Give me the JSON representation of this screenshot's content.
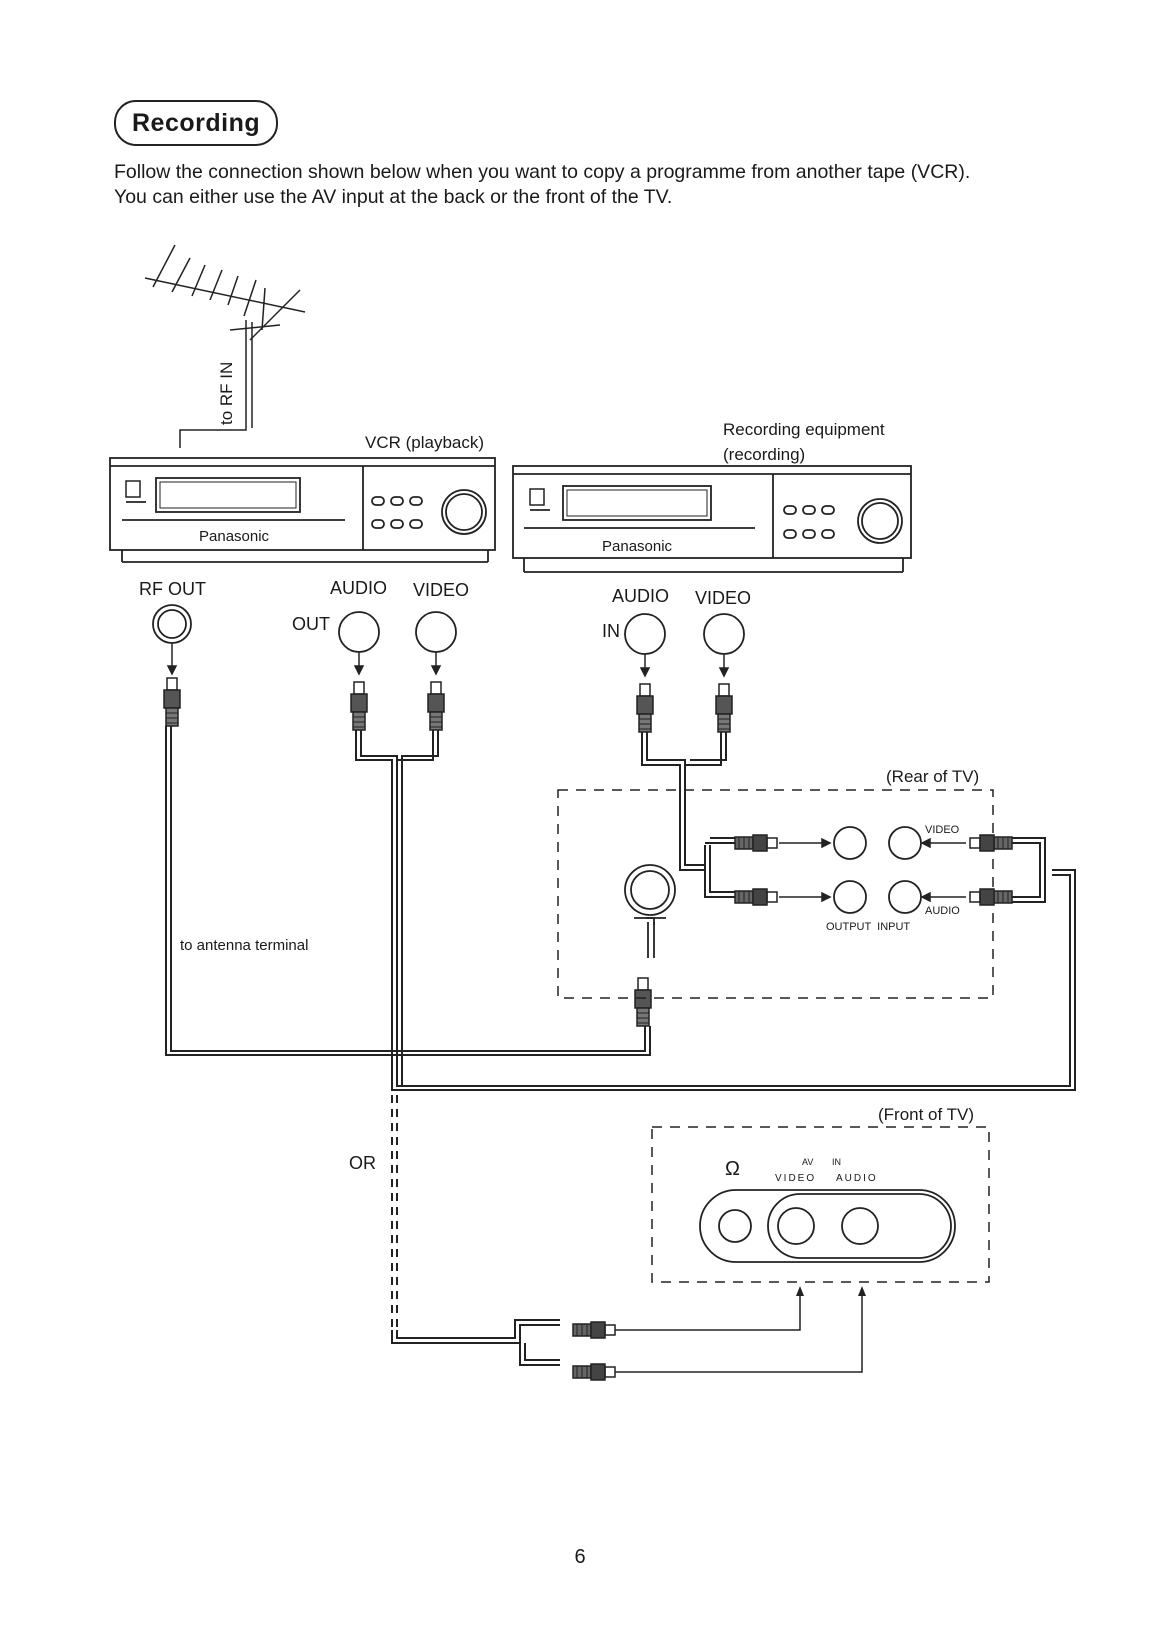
{
  "section": {
    "title": "Recording"
  },
  "intro": {
    "line1": "Follow the connection shown below when you want to copy a programme from another tape (VCR).",
    "line2": "You can either use the AV input at the back or the front of the TV."
  },
  "diagram": {
    "antenna_label": "to RF IN",
    "vcr_playback_label": "VCR (playback)",
    "recording_label_line1": "Recording equipment",
    "recording_label_line2": "(recording)",
    "brand": "Panasonic",
    "rf_out": "RF OUT",
    "audio": "AUDIO",
    "video": "VIDEO",
    "out": "OUT",
    "in": "IN",
    "rear_of_tv": "(Rear of TV)",
    "rear_video": "VIDEO",
    "rear_audio": "AUDIO",
    "output_input": "OUTPUT  INPUT",
    "antenna_terminal": "to antenna terminal",
    "or": "OR",
    "front_of_tv": "(Front of TV)",
    "front_av": "AV",
    "front_in": "IN",
    "front_video": "VIDEO",
    "front_audio": "AUDIO"
  },
  "page_number": "6"
}
